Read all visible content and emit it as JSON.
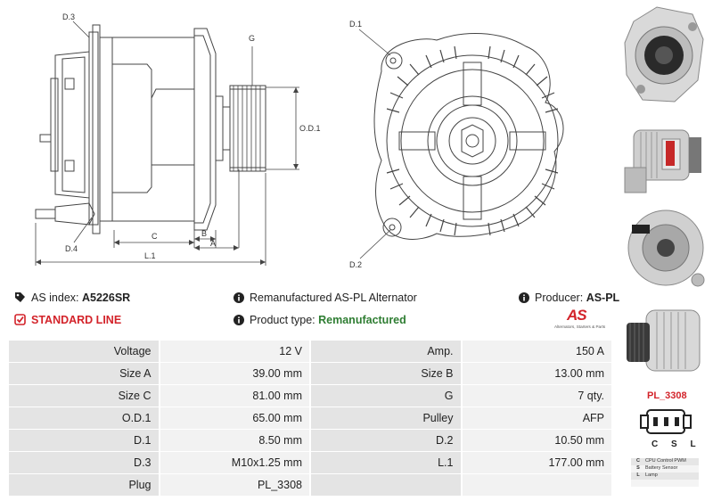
{
  "drawing_labels": {
    "d3": "D.3",
    "d4": "D.4",
    "g": "G",
    "od1": "O.D.1",
    "c": "C",
    "b": "B",
    "a": "A",
    "l1": "L.1",
    "d1": "D.1",
    "d2": "D.2"
  },
  "info": {
    "as_index_label": "AS index:",
    "as_index_value": "A5226SR",
    "standard_line": "STANDARD LINE",
    "description": "Remanufactured AS-PL Alternator",
    "product_type_label": "Product type:",
    "product_type_value": "Remanufactured",
    "producer_label": "Producer:",
    "producer_value": "AS-PL",
    "logo_text": "AS",
    "logo_tagline": "Alternators, Starters & Parts"
  },
  "specs": [
    {
      "l1": "Voltage",
      "v1": "12 V",
      "l2": "Amp.",
      "v2": "150 A"
    },
    {
      "l1": "Size A",
      "v1": "39.00 mm",
      "l2": "Size B",
      "v2": "13.00 mm"
    },
    {
      "l1": "Size C",
      "v1": "81.00 mm",
      "l2": "G",
      "v2": "7 qty."
    },
    {
      "l1": "O.D.1",
      "v1": "65.00 mm",
      "l2": "Pulley",
      "v2": "AFP"
    },
    {
      "l1": "D.1",
      "v1": "8.50 mm",
      "l2": "D.2",
      "v2": "10.50 mm"
    },
    {
      "l1": "D.3",
      "v1": "M10x1.25 mm",
      "l2": "L.1",
      "v2": "177.00 mm"
    },
    {
      "l1": "Plug",
      "v1": "PL_3308",
      "l2": "",
      "v2": ""
    }
  ],
  "plug": {
    "code": "PL_3308",
    "pins": "C S L",
    "legend": [
      {
        "k": "C",
        "v": "CPU Control PWM"
      },
      {
        "k": "S",
        "v": "Battery Sensor"
      },
      {
        "k": "L",
        "v": "Lamp"
      }
    ]
  },
  "colors": {
    "accent_red": "#d3232a",
    "green": "#2e7d32",
    "table_label_bg": "#e4e4e4",
    "table_value_bg": "#f2f2f2"
  },
  "icons": [
    "tag-icon",
    "check-square-icon",
    "info-icon"
  ]
}
